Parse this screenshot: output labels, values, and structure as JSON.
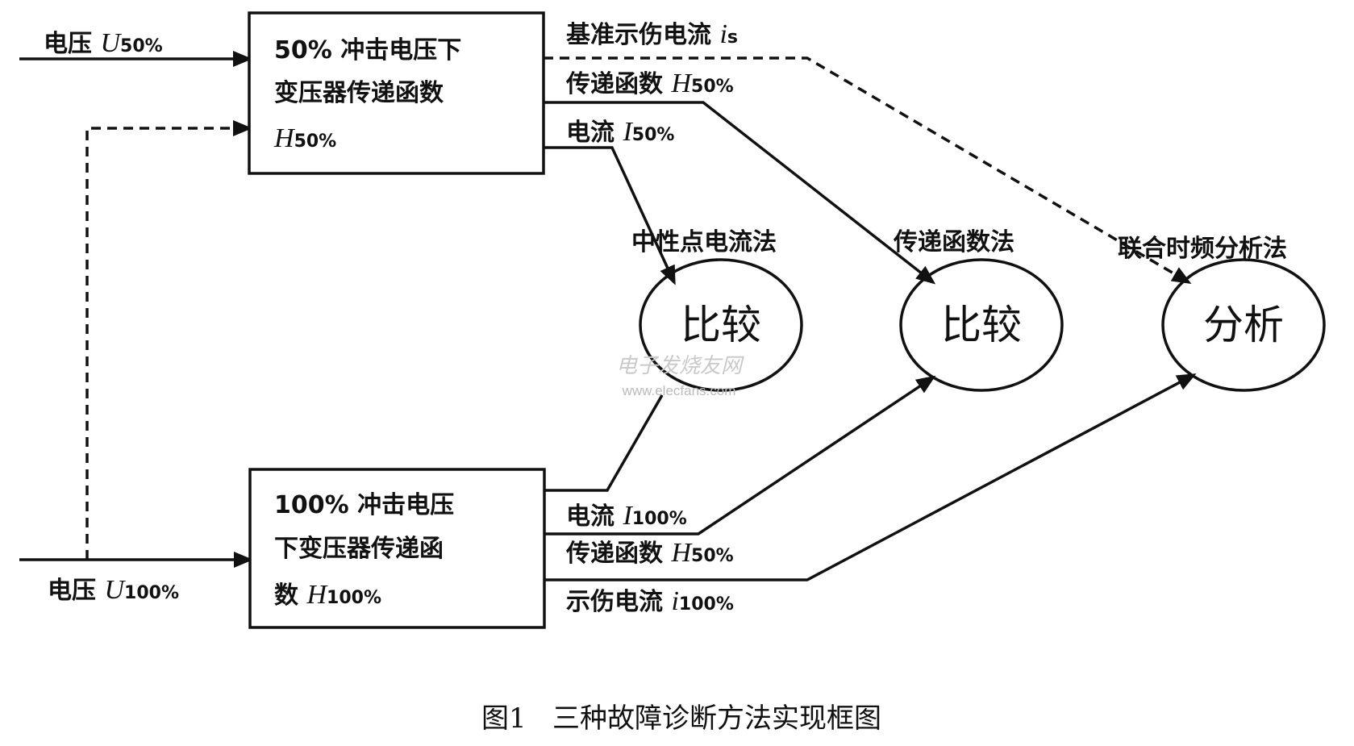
{
  "inputs": {
    "u50": {
      "text": "电压 ",
      "var": "U",
      "sub": "50%"
    },
    "u100": {
      "text": "电压 ",
      "var": "U",
      "sub": "100%"
    }
  },
  "boxes": {
    "top": {
      "line1": "50% 冲击电压下",
      "line2": "变压器传递函数",
      "var": "H",
      "sub": "50%"
    },
    "bottom": {
      "line1": "100% 冲击电压",
      "line2": "下变压器传递函",
      "line3": "数 ",
      "var": "H",
      "sub": "100%"
    }
  },
  "outputs": {
    "top": [
      {
        "text": "基准示伤电流 ",
        "var": "i",
        "sub": "s"
      },
      {
        "text": "传递函数 ",
        "var": "H",
        "sub": "50%"
      },
      {
        "text": "电流 ",
        "var": "I",
        "sub": "50%"
      }
    ],
    "bottom": [
      {
        "text": "电流 ",
        "var": "I",
        "sub": "100%"
      },
      {
        "text": "传递函数 ",
        "var": "H",
        "sub": "50%"
      },
      {
        "text": "示伤电流 ",
        "var": "i",
        "sub": "100%"
      }
    ]
  },
  "methods": [
    "中性点电流法",
    "传递函数法",
    "联合时频分析法"
  ],
  "nodes": [
    "比较",
    "比较",
    "分析"
  ],
  "watermark": {
    "cn": "电子发烧友网",
    "url": "www.elecfans.com"
  },
  "caption": "图1   三种故障诊断方法实现框图"
}
